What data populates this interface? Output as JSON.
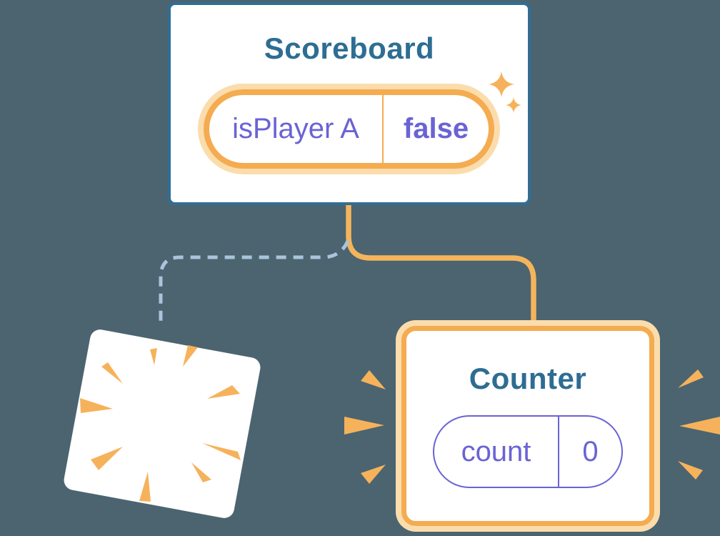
{
  "scoreboard": {
    "title": "Scoreboard",
    "state_label": "isPlayer A",
    "state_value": "false"
  },
  "counter": {
    "title": "Counter",
    "state_label": "count",
    "state_value": "0"
  },
  "icons": {
    "sparkle": "four-point sparkle star",
    "burst": "radiating wedge burst"
  },
  "colors": {
    "background": "#4B6470",
    "card_fill": "#FFFFFF",
    "card_border_teal": "#316E95",
    "title_text": "#2E6D93",
    "state_text_purple": "#6A63D4",
    "highlight_border_orange": "#F5AB50",
    "highlight_glow_orange": "#FBDDAD",
    "connector_orange": "#F5B45C",
    "dashed_connector_blue": "#A9C4DB",
    "burst_orange": "#F6B25B"
  }
}
